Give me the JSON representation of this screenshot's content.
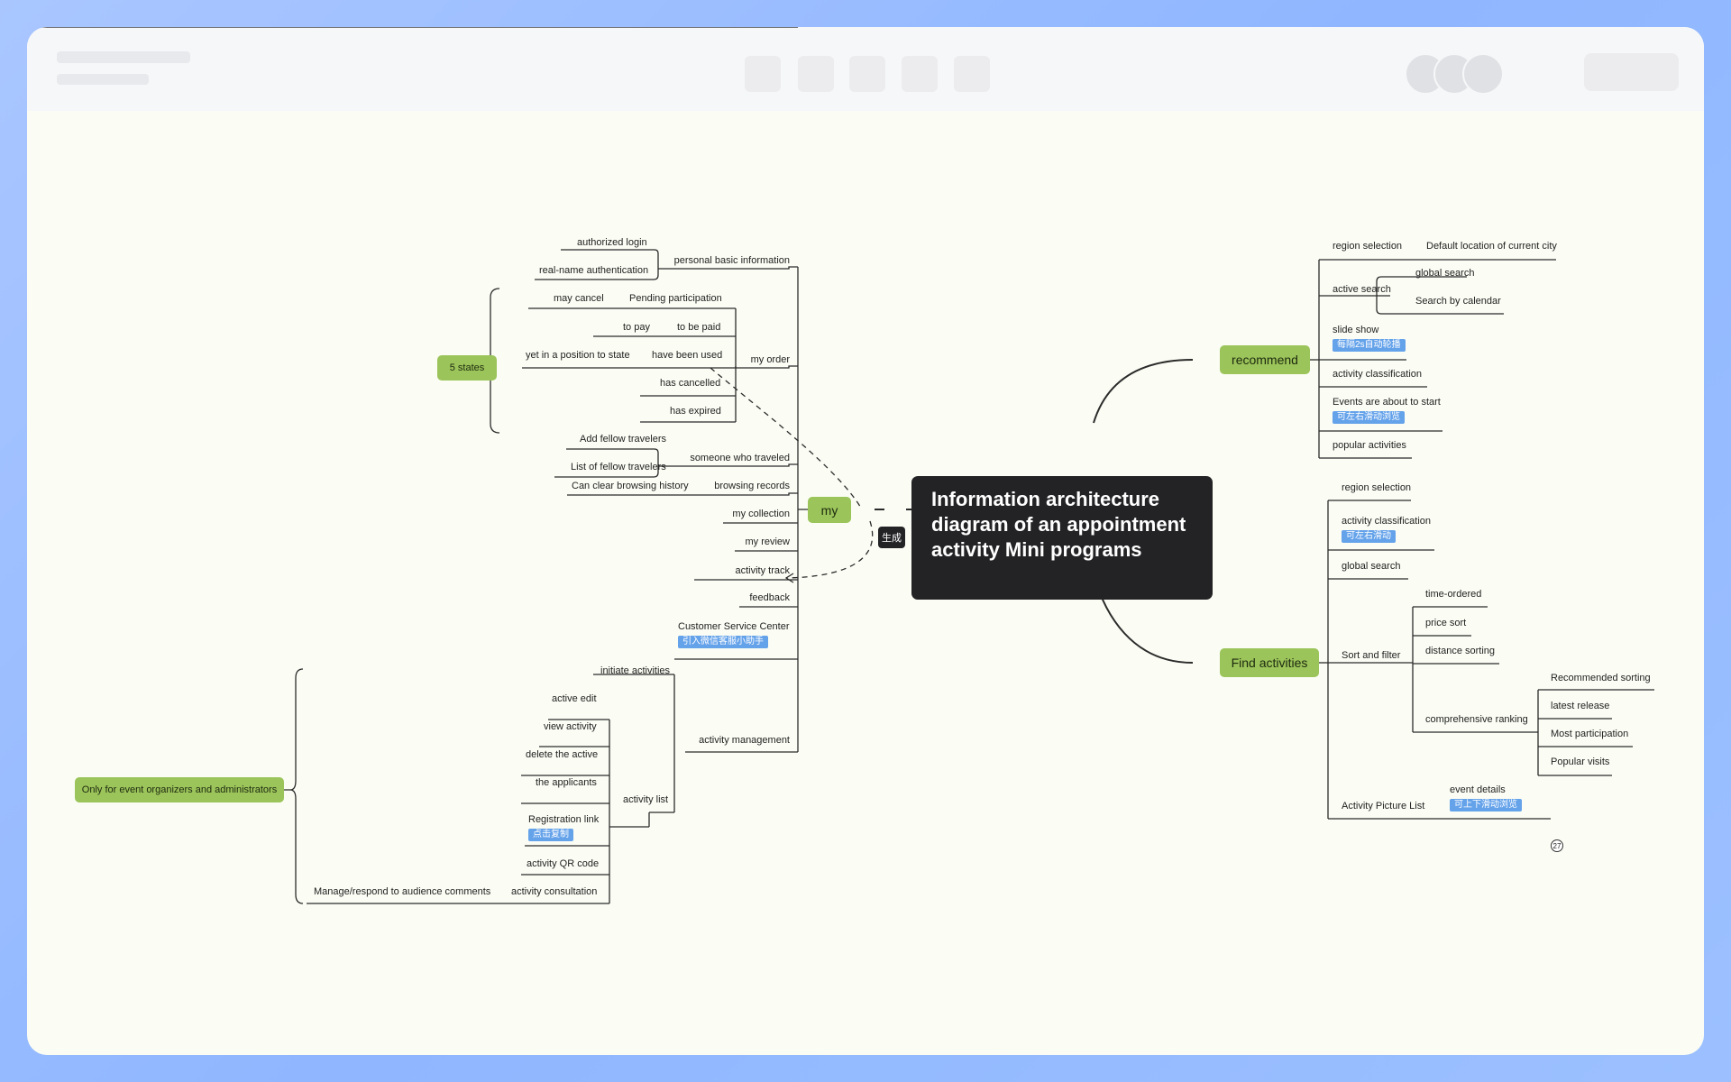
{
  "central": {
    "title": "Information architecture diagram of an appointment activity Mini programs",
    "connector": "生成"
  },
  "branches": {
    "my": "my",
    "recommend": "recommend",
    "find": "Find activities"
  },
  "groups": {
    "states": "5 states",
    "organizers": "Only for event organizers and administrators"
  },
  "my": {
    "personal_basic_information": "personal basic information",
    "authorized_login": "authorized login",
    "real_name_authentication": "real-name authentication",
    "my_order": "my order",
    "pending_participation": "Pending participation",
    "may_cancel": "may cancel",
    "to_be_paid": "to be paid",
    "to_pay": "to pay",
    "have_been_used": "have been used",
    "yet_in_position": "yet in a position to state",
    "has_cancelled": "has cancelled",
    "has_expired": "has expired",
    "someone_who_traveled": "someone who traveled",
    "add_fellow_travelers": "Add fellow travelers",
    "list_fellow_travelers": "List of fellow travelers",
    "browsing_records": "browsing records",
    "clear_browsing": "Can clear browsing history",
    "my_collection": "my collection",
    "my_review": "my review",
    "activity_track": "activity track",
    "feedback": "feedback",
    "customer_service_center": "Customer Service Center",
    "customer_service_tag": "引入微信客服小助手",
    "activity_management": "activity management",
    "initiate_activities": "initiate activities",
    "activity_list": "activity list",
    "active_edit": "active edit",
    "view_activity": "view activity",
    "delete_active": "delete the active",
    "the_applicants": "the applicants",
    "registration_link": "Registration link",
    "registration_tag": "点击复制",
    "activity_qr": "activity QR code",
    "activity_consultation": "activity consultation",
    "manage_comments": "Manage/respond to audience comments"
  },
  "recommend": {
    "region_selection": "region selection",
    "default_location": "Default location of current city",
    "active_search": "active search",
    "global_search": "global search",
    "search_calendar": "Search by calendar",
    "slide_show": "slide show",
    "slide_tag": "每隔2s自动轮播",
    "activity_classification": "activity classification",
    "events_about": "Events are about to start",
    "events_tag": "可左右滑动浏览",
    "popular_activities": "popular activities"
  },
  "find": {
    "region_selection": "region selection",
    "activity_classification": "activity classification",
    "classification_tag": "可左右滑动",
    "global_search": "global search",
    "sort_filter": "Sort and filter",
    "time_ordered": "time-ordered",
    "price_sort": "price sort",
    "distance_sorting": "distance sorting",
    "comprehensive_ranking": "comprehensive ranking",
    "recommended_sorting": "Recommended sorting",
    "latest_release": "latest release",
    "most_participation": "Most participation",
    "popular_visits": "Popular visits",
    "activity_picture_list": "Activity Picture List",
    "event_details": "event details",
    "event_tag": "可上下滑动浏览",
    "badge": "27"
  },
  "colors": {
    "branch_green": "#9bc45a",
    "central_dark": "#232326",
    "tag_blue": "#64a2ea",
    "canvas": "#fbfdf4"
  }
}
